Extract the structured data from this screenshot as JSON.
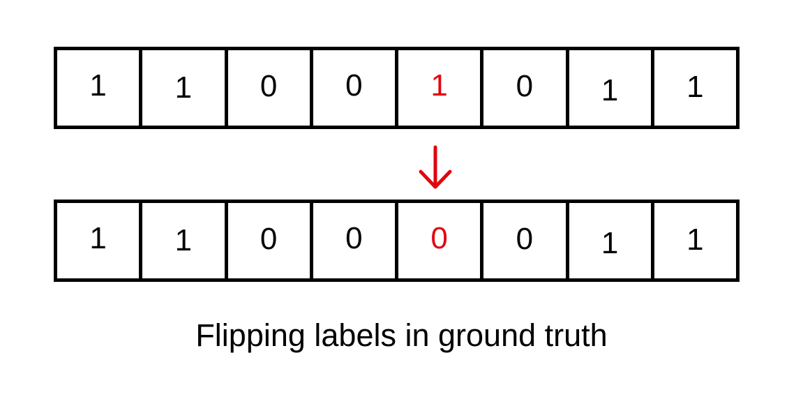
{
  "colors": {
    "flip": "#e0060f",
    "border": "#000000",
    "text": "#000000"
  },
  "original_labels": [
    "1",
    "1",
    "0",
    "0",
    "1",
    "0",
    "1",
    "1"
  ],
  "flipped_labels": [
    "1",
    "1",
    "0",
    "0",
    "0",
    "0",
    "1",
    "1"
  ],
  "flipped_index": 4,
  "arrow_icon": "down-arrow-icon",
  "caption": "Flipping labels in ground truth"
}
